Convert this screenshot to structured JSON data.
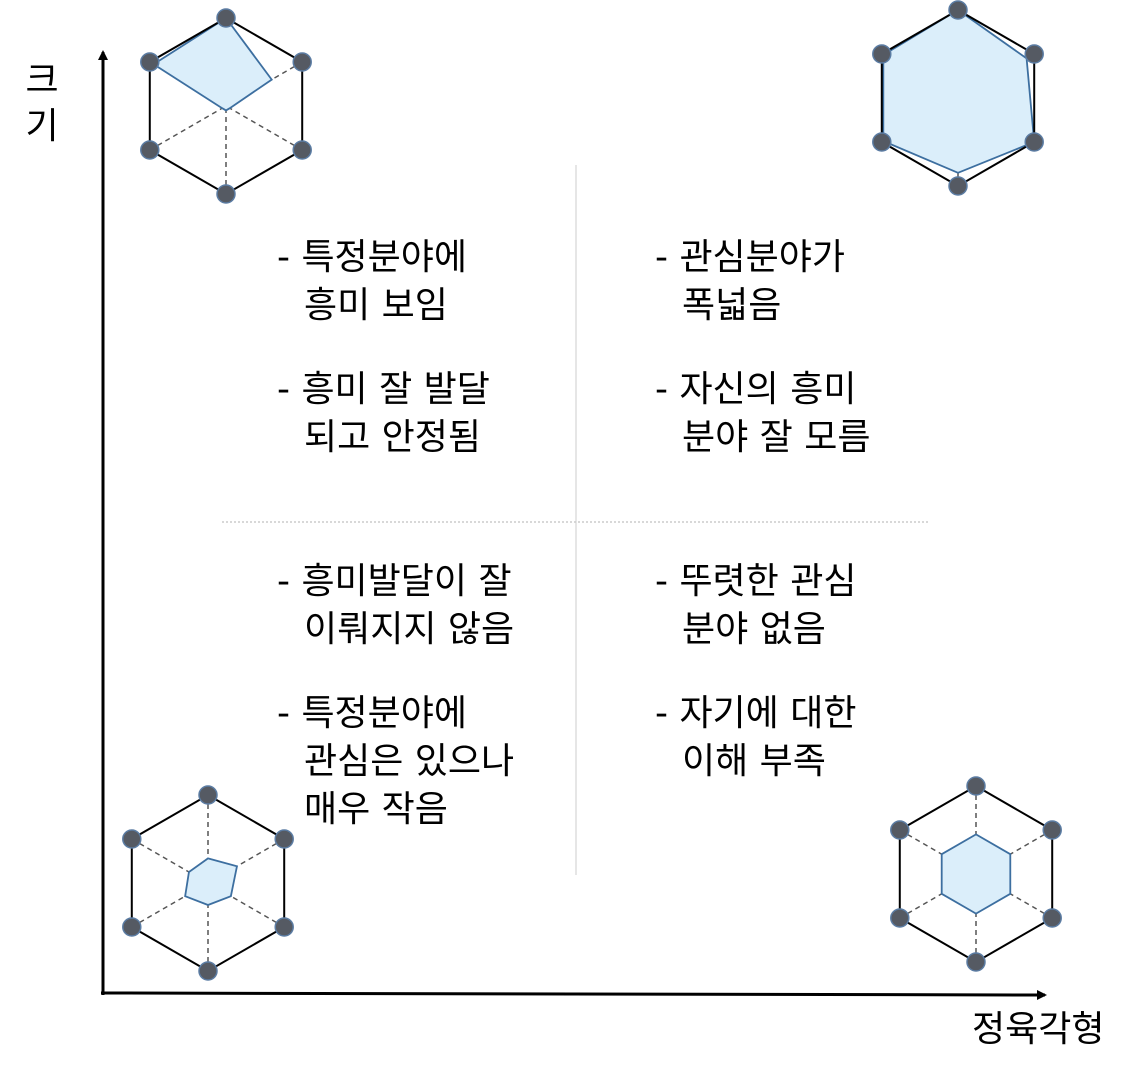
{
  "axes": {
    "y_label": "크기",
    "x_label": "정육각형"
  },
  "quadrants": {
    "top_left": [
      [
        "특정분야에",
        "흥미 보임"
      ],
      [
        "흥미 잘 발달",
        "되고 안정됨"
      ]
    ],
    "top_right": [
      [
        "관심분야가",
        "폭넓음"
      ],
      [
        "자신의 흥미",
        "분야 잘 모름"
      ]
    ],
    "bottom_left": [
      [
        "흥미발달이 잘",
        "이뤄지지 않음"
      ],
      [
        "특정분야에",
        "관심은 있으나",
        "매우 작음"
      ]
    ],
    "bottom_right": [
      [
        "뚜렷한 관심",
        "분야 없음"
      ],
      [
        "자기에 대한",
        "이해 부족"
      ]
    ]
  },
  "radar_profiles": {
    "top_left": [
      1.0,
      0.6,
      0.05,
      0.05,
      0.05,
      0.95
    ],
    "top_right": [
      1.0,
      0.9,
      1.0,
      0.85,
      0.98,
      0.98
    ],
    "bottom_left": [
      0.28,
      0.38,
      0.3,
      0.25,
      0.3,
      0.25
    ],
    "bottom_right": [
      0.45,
      0.45,
      0.45,
      0.45,
      0.45,
      0.45
    ]
  },
  "colors": {
    "fill": "#dbeefa",
    "stroke": "#3d6fa0",
    "vertex": "#555a63",
    "vertex_outline": "#5b7ca3",
    "frame": "#000000",
    "spoke": "#555555",
    "divider": "#dddddd"
  }
}
